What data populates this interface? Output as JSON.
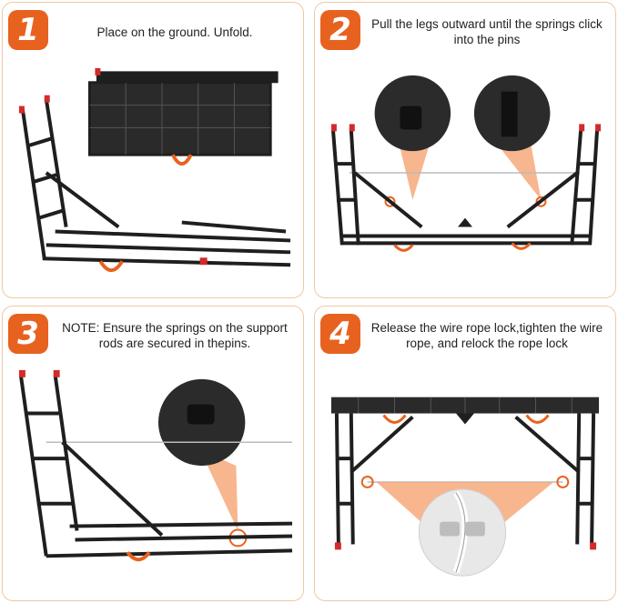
{
  "steps": [
    {
      "number": "1",
      "text": "Place on the ground. Unfold."
    },
    {
      "number": "2",
      "text": "Pull the legs outward until the springs click into the pins"
    },
    {
      "number": "3",
      "text": "NOTE: Ensure the springs on the support rods are secured in thepins."
    },
    {
      "number": "4",
      "text": "Release the wire rope lock,tighten the wire rope, and relock the rope lock"
    }
  ],
  "colors": {
    "accent": "#e8621f",
    "border": "#f0c9a4",
    "frame": "#1f1f1f"
  }
}
